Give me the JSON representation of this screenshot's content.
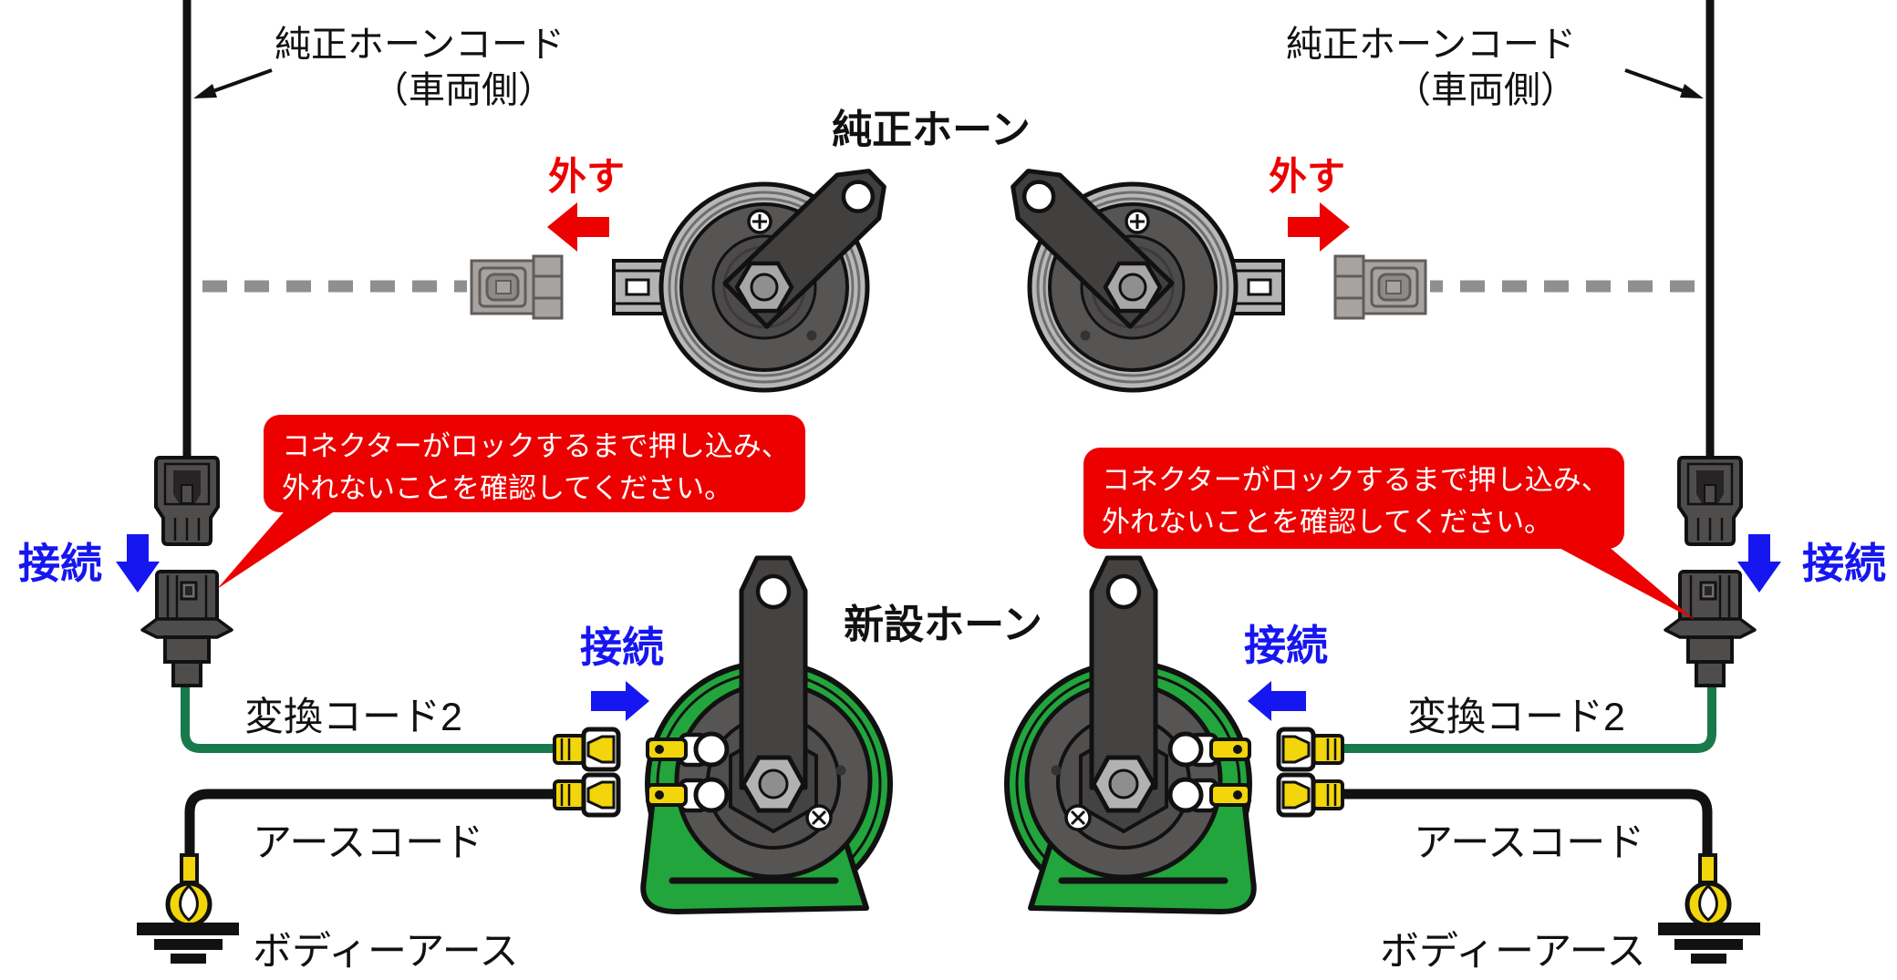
{
  "titles": {
    "stock_horn": "純正ホーン",
    "new_horn": "新設ホーン"
  },
  "left": {
    "stock_cord_line1": "純正ホーンコード",
    "stock_cord_line2": "（車両側）",
    "remove": "外す",
    "connect_top": "接続",
    "connect_bottom": "接続",
    "callout_line1": "コネクターがロックするまで押し込み、",
    "callout_line2": "外れないことを確認してください。",
    "conversion_cord": "変換コード2",
    "earth_cord": "アースコード",
    "body_earth": "ボディーアース"
  },
  "right": {
    "stock_cord_line1": "純正ホーンコード",
    "stock_cord_line2": "（車両側）",
    "remove": "外す",
    "connect_top": "接続",
    "connect_bottom": "接続",
    "callout_line1": "コネクターがロックするまで押し込み、",
    "callout_line2": "外れないことを確認してください。",
    "conversion_cord": "変換コード2",
    "earth_cord": "アースコード",
    "body_earth": "ボディーアース"
  },
  "colors": {
    "arrow_red": "#ec0000",
    "callout_red": "#ec0000",
    "connect_blue": "#1616f0",
    "conversion_cord_green": "#187a4b",
    "new_horn_green": "#22a53c",
    "stock_horn_gray": "#575454",
    "removed_cord_gray": "#8f8f8f",
    "terminal_yellow": "#f2d50a",
    "wire_black": "#111111"
  }
}
